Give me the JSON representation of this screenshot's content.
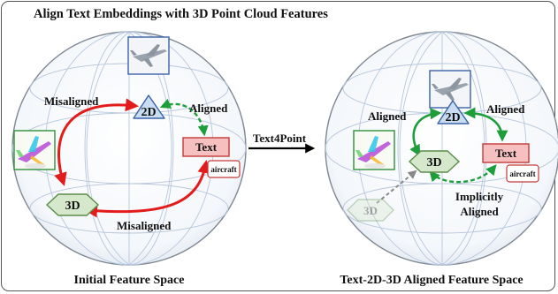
{
  "title": "Align Text Embeddings with 3D Point Cloud Features",
  "left_panel": {
    "caption": "Initial Feature Space",
    "nodes": {
      "two_d": "2D",
      "three_d": "3D",
      "text": "Text",
      "text_tag": "aircraft"
    },
    "edge_labels": {
      "misaligned_top": "Misaligned",
      "misaligned_bottom": "Misaligned",
      "aligned": "Aligned"
    }
  },
  "transition": {
    "label": "Text4Point"
  },
  "right_panel": {
    "caption": "Text-2D-3D Aligned Feature Space",
    "nodes": {
      "two_d": "2D",
      "three_d": "3D",
      "three_d_faded": "3D",
      "text": "Text",
      "text_tag": "aircraft"
    },
    "edge_labels": {
      "aligned_left": "Aligned",
      "aligned_right": "Aligned",
      "implicitly_1": "Implicitly",
      "implicitly_2": "Aligned"
    }
  },
  "colors": {
    "misaligned": "#e21b1b",
    "aligned": "#1e9e3a",
    "node_2d_fill": "#c9dcf2",
    "node_3d_fill": "#d6e8cc",
    "node_text_fill": "#f6c0c0",
    "globe_line": "#b7c6dc"
  },
  "icons": [
    "airplane-photo-icon",
    "airplane-pointcloud-icon"
  ]
}
